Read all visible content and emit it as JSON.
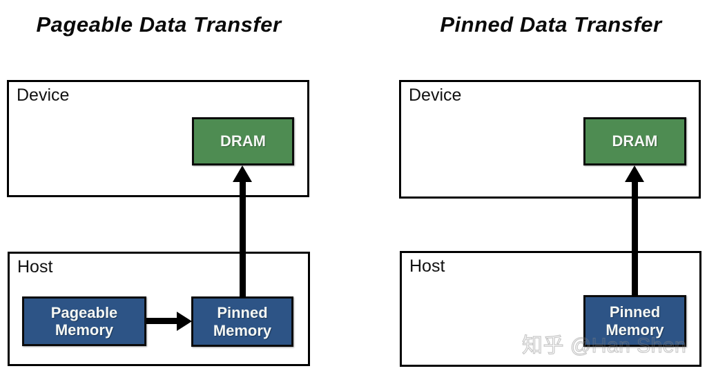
{
  "diagram": {
    "panels": [
      {
        "id": "pageable",
        "title": "Pageable Data Transfer",
        "device": {
          "label": "Device",
          "blocks": [
            {
              "name": "dram",
              "label": "DRAM",
              "color": "#4e8c52"
            }
          ]
        },
        "host": {
          "label": "Host",
          "blocks": [
            {
              "name": "pageable-memory",
              "label": "Pageable\nMemory",
              "line1": "Pageable",
              "line2": "Memory",
              "color": "#2d5486"
            },
            {
              "name": "pinned-memory",
              "label": "Pinned\nMemory",
              "line1": "Pinned",
              "line2": "Memory",
              "color": "#2d5486"
            }
          ]
        },
        "arrows": [
          {
            "name": "pageable-to-pinned",
            "direction": "right",
            "from": "pageable-memory",
            "to": "pinned-memory"
          },
          {
            "name": "pinned-to-dram",
            "direction": "up",
            "from": "pinned-memory",
            "to": "dram"
          }
        ]
      },
      {
        "id": "pinned",
        "title": "Pinned Data Transfer",
        "device": {
          "label": "Device",
          "blocks": [
            {
              "name": "dram",
              "label": "DRAM",
              "color": "#4e8c52"
            }
          ]
        },
        "host": {
          "label": "Host",
          "blocks": [
            {
              "name": "pinned-memory",
              "label": "Pinned\nMemory",
              "line1": "Pinned",
              "line2": "Memory",
              "color": "#2d5486"
            }
          ]
        },
        "arrows": [
          {
            "name": "pinned-to-dram",
            "direction": "up",
            "from": "pinned-memory",
            "to": "dram"
          }
        ]
      }
    ],
    "watermark": "知乎 @Han Shen",
    "colors": {
      "dram_green": "#4e8c52",
      "memory_blue": "#2d5486",
      "outline_black": "#000000",
      "background": "#ffffff",
      "block_text": "#f4f7f4"
    }
  }
}
